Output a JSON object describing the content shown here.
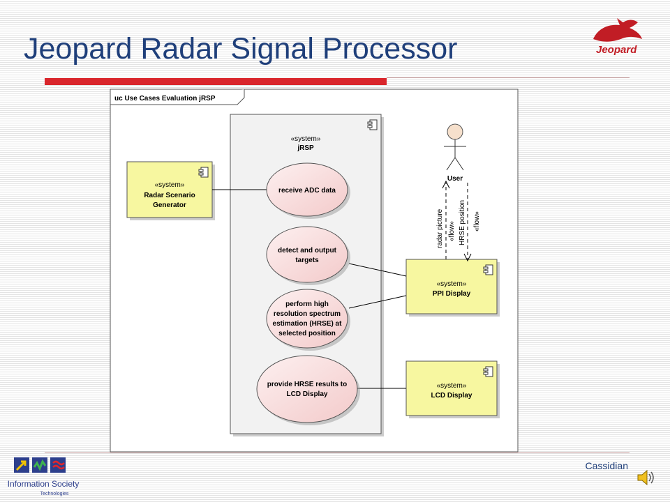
{
  "slide": {
    "title": "Jeopard Radar Signal Processor",
    "logo_text": "Jeopard",
    "footer_company": "Cassidian",
    "footer_logo_text": "Information Society",
    "footer_logo_subtext": "Technologies"
  },
  "diagram": {
    "frame_label": "uc Use Cases Evaluation jRSP",
    "stereotype": "«system»",
    "flow_stereotype": "«flow»",
    "systems": {
      "jrsp": "jRSP",
      "radar_generator": [
        "Radar Scenario",
        "Generator"
      ],
      "ppi_display": "PPI Display",
      "lcd_display": "LCD Display"
    },
    "actor": "User",
    "use_cases": {
      "receive": "receive ADC data",
      "detect": [
        "detect and output",
        "targets"
      ],
      "hrse": [
        "perform high",
        "resolution spectrum",
        "estimation (HRSE) at",
        "selected position"
      ],
      "provide": [
        "provide HRSE results to",
        "LCD Display"
      ]
    },
    "flows": {
      "radar_picture": "radar picture",
      "hrse_position": "HRSE position"
    }
  },
  "colors": {
    "title": "#1f3f7a",
    "accent_red": "#d9262c",
    "system_fill": "#f7f7a0",
    "usecase_fill": "#f8dede"
  }
}
